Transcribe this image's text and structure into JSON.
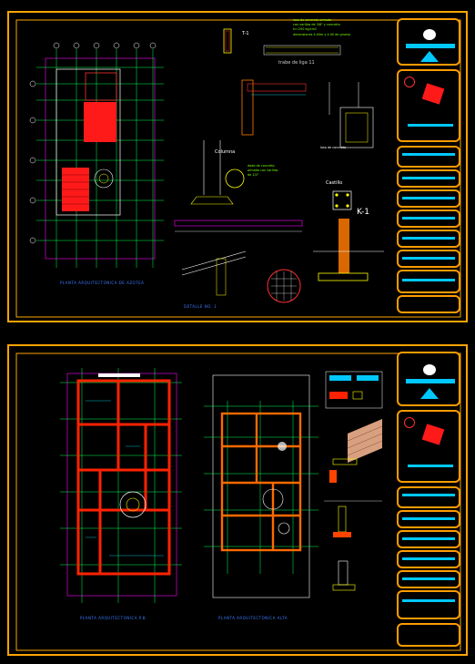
{
  "sheets": [
    {
      "id": "sheet-1",
      "plan_label": "PLANTA ARQUITECTONICA DE AZOTEA",
      "detail_labels": {
        "t1": "T-1",
        "trabe": "trabe de liga 11",
        "columna": "Columna",
        "castillo": "Castillo",
        "k1": "K-1",
        "detalle": "DETALLE NO. 1",
        "losa": "losa de concreto"
      },
      "notes": {
        "top_note_1": "losa de concreto armado",
        "top_note_2": "con varillas de 3/8\" y concreto",
        "top_note_3": "fc=250 kg/cm2",
        "top_note_4": "dimensiones 4.00m x 4.00 de grueso",
        "col_note_1": "dado de concreto",
        "col_note_2": "armado con varillas",
        "col_note_3": "de 1/2\""
      }
    },
    {
      "id": "sheet-2",
      "plan_label_1": "PLANTA ARQUITECTONICA P.B.",
      "plan_label_2": "PLANTA ARQUITECTONICA ALTA"
    }
  ],
  "title_block": {
    "accent": "#ff9c00",
    "panel_color": "#00c8ff",
    "logo_icon": "university-seal-icon",
    "mark_icon": "architect-mark-icon",
    "location_icon": "location-map-icon"
  },
  "colors": {
    "frame": "#ffa500",
    "grid": "#00ff55",
    "axis": "#ff00ff",
    "walls": "#ff0000",
    "text_blue": "#3b7bff",
    "cyan": "#00e5ff",
    "yellow": "#ffff00"
  }
}
